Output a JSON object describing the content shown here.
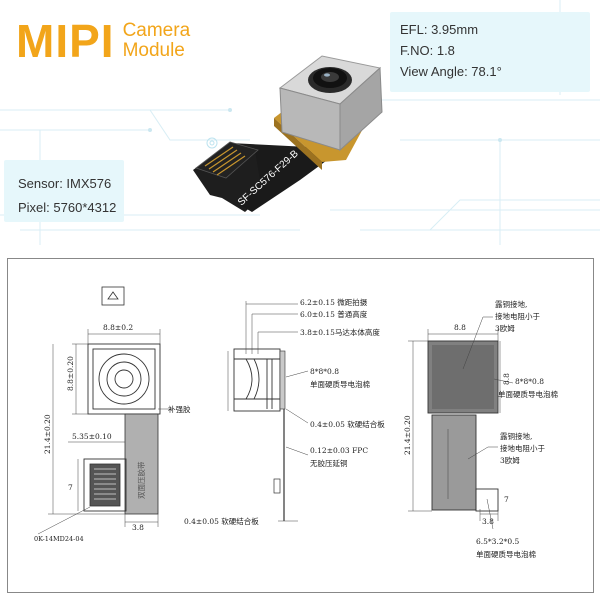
{
  "logo": {
    "brand": "MIPI",
    "line1": "Camera",
    "line2": "Module"
  },
  "specs_right": {
    "efl": "EFL: 3.95mm",
    "fno": "F.NO: 1.8",
    "view_angle": "View Angle: 78.1°"
  },
  "specs_left": {
    "sensor": "Sensor: IMX576",
    "pixel": "Pixel: 5760*4312"
  },
  "product_flex_label": "SF-SC576-F29-B",
  "drawing": {
    "left_view": {
      "width_88": "8.8±0.2",
      "height_88": "8.8±0.20",
      "height_214": "21.4±0.20",
      "dim_535": "5.35±0.10",
      "dim_7": "7",
      "dim_38": "3.8",
      "stiffener": "补强胶",
      "connector": "0K-14MD24-04",
      "flex_text": "双面压胶带"
    },
    "side_view": {
      "dim_62": "6.2±0.15 微距拍摄",
      "dim_60": "6.0±0.15 普通高度",
      "dim_38": "3.8±0.15马达本体高度",
      "foam": "8*8*0.8",
      "foam_desc": "单面硬质导电泡棉",
      "dim_04_a": "0.4±0.05 软硬结合板",
      "dim_012": "0.12±0.03 FPC",
      "no_glue": "无胶压延铜",
      "dim_04_b": "0.4±0.05 软硬结合板"
    },
    "right_view": {
      "dim_88": "8.8",
      "height_88": "8.8",
      "height_214": "21.4±0.20",
      "copper_ground_1": "露铜接地,",
      "resistance_1a": "接地电阻小于",
      "resistance_1b": "3欧姆",
      "foam": "8*8*0.8",
      "foam_desc": "单面硬质导电泡棉",
      "copper_ground_2": "露铜接地,",
      "resistance_2a": "接地电阻小于",
      "resistance_2b": "3欧姆",
      "dim_38": "3.8",
      "dim_7": "7",
      "foam2": "6.5*3.2*0.5",
      "foam2_desc": "单面硬质导电泡棉"
    }
  },
  "colors": {
    "brand_orange": "#f2a51a",
    "spec_bg": "#e6f7fb",
    "pcb_gold": "#c8962e",
    "flex_black": "#1e1e1e"
  }
}
